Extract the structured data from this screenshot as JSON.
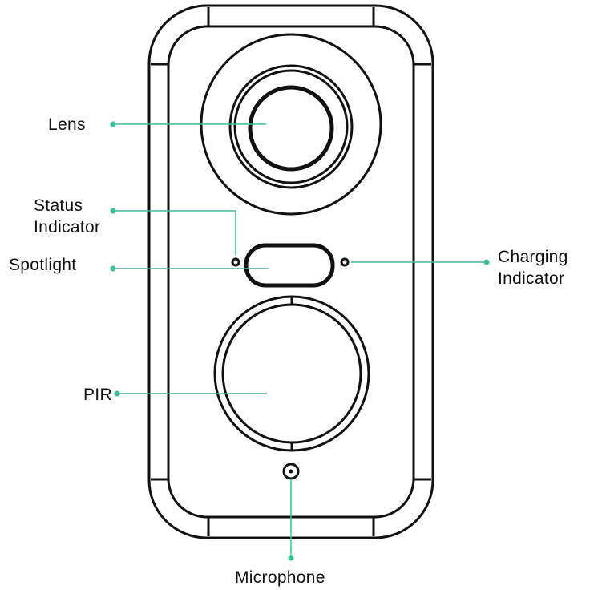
{
  "colors": {
    "outline": "#111111",
    "leader": "#3cbf9a",
    "background": "#ffffff"
  },
  "labels": {
    "lens": "Lens",
    "status_indicator_line1": "Status",
    "status_indicator_line2": "Indicator",
    "spotlight": "Spotlight",
    "charging_indicator_line1": "Charging",
    "charging_indicator_line2": "Indicator",
    "pir": "PIR",
    "microphone": "Microphone"
  }
}
